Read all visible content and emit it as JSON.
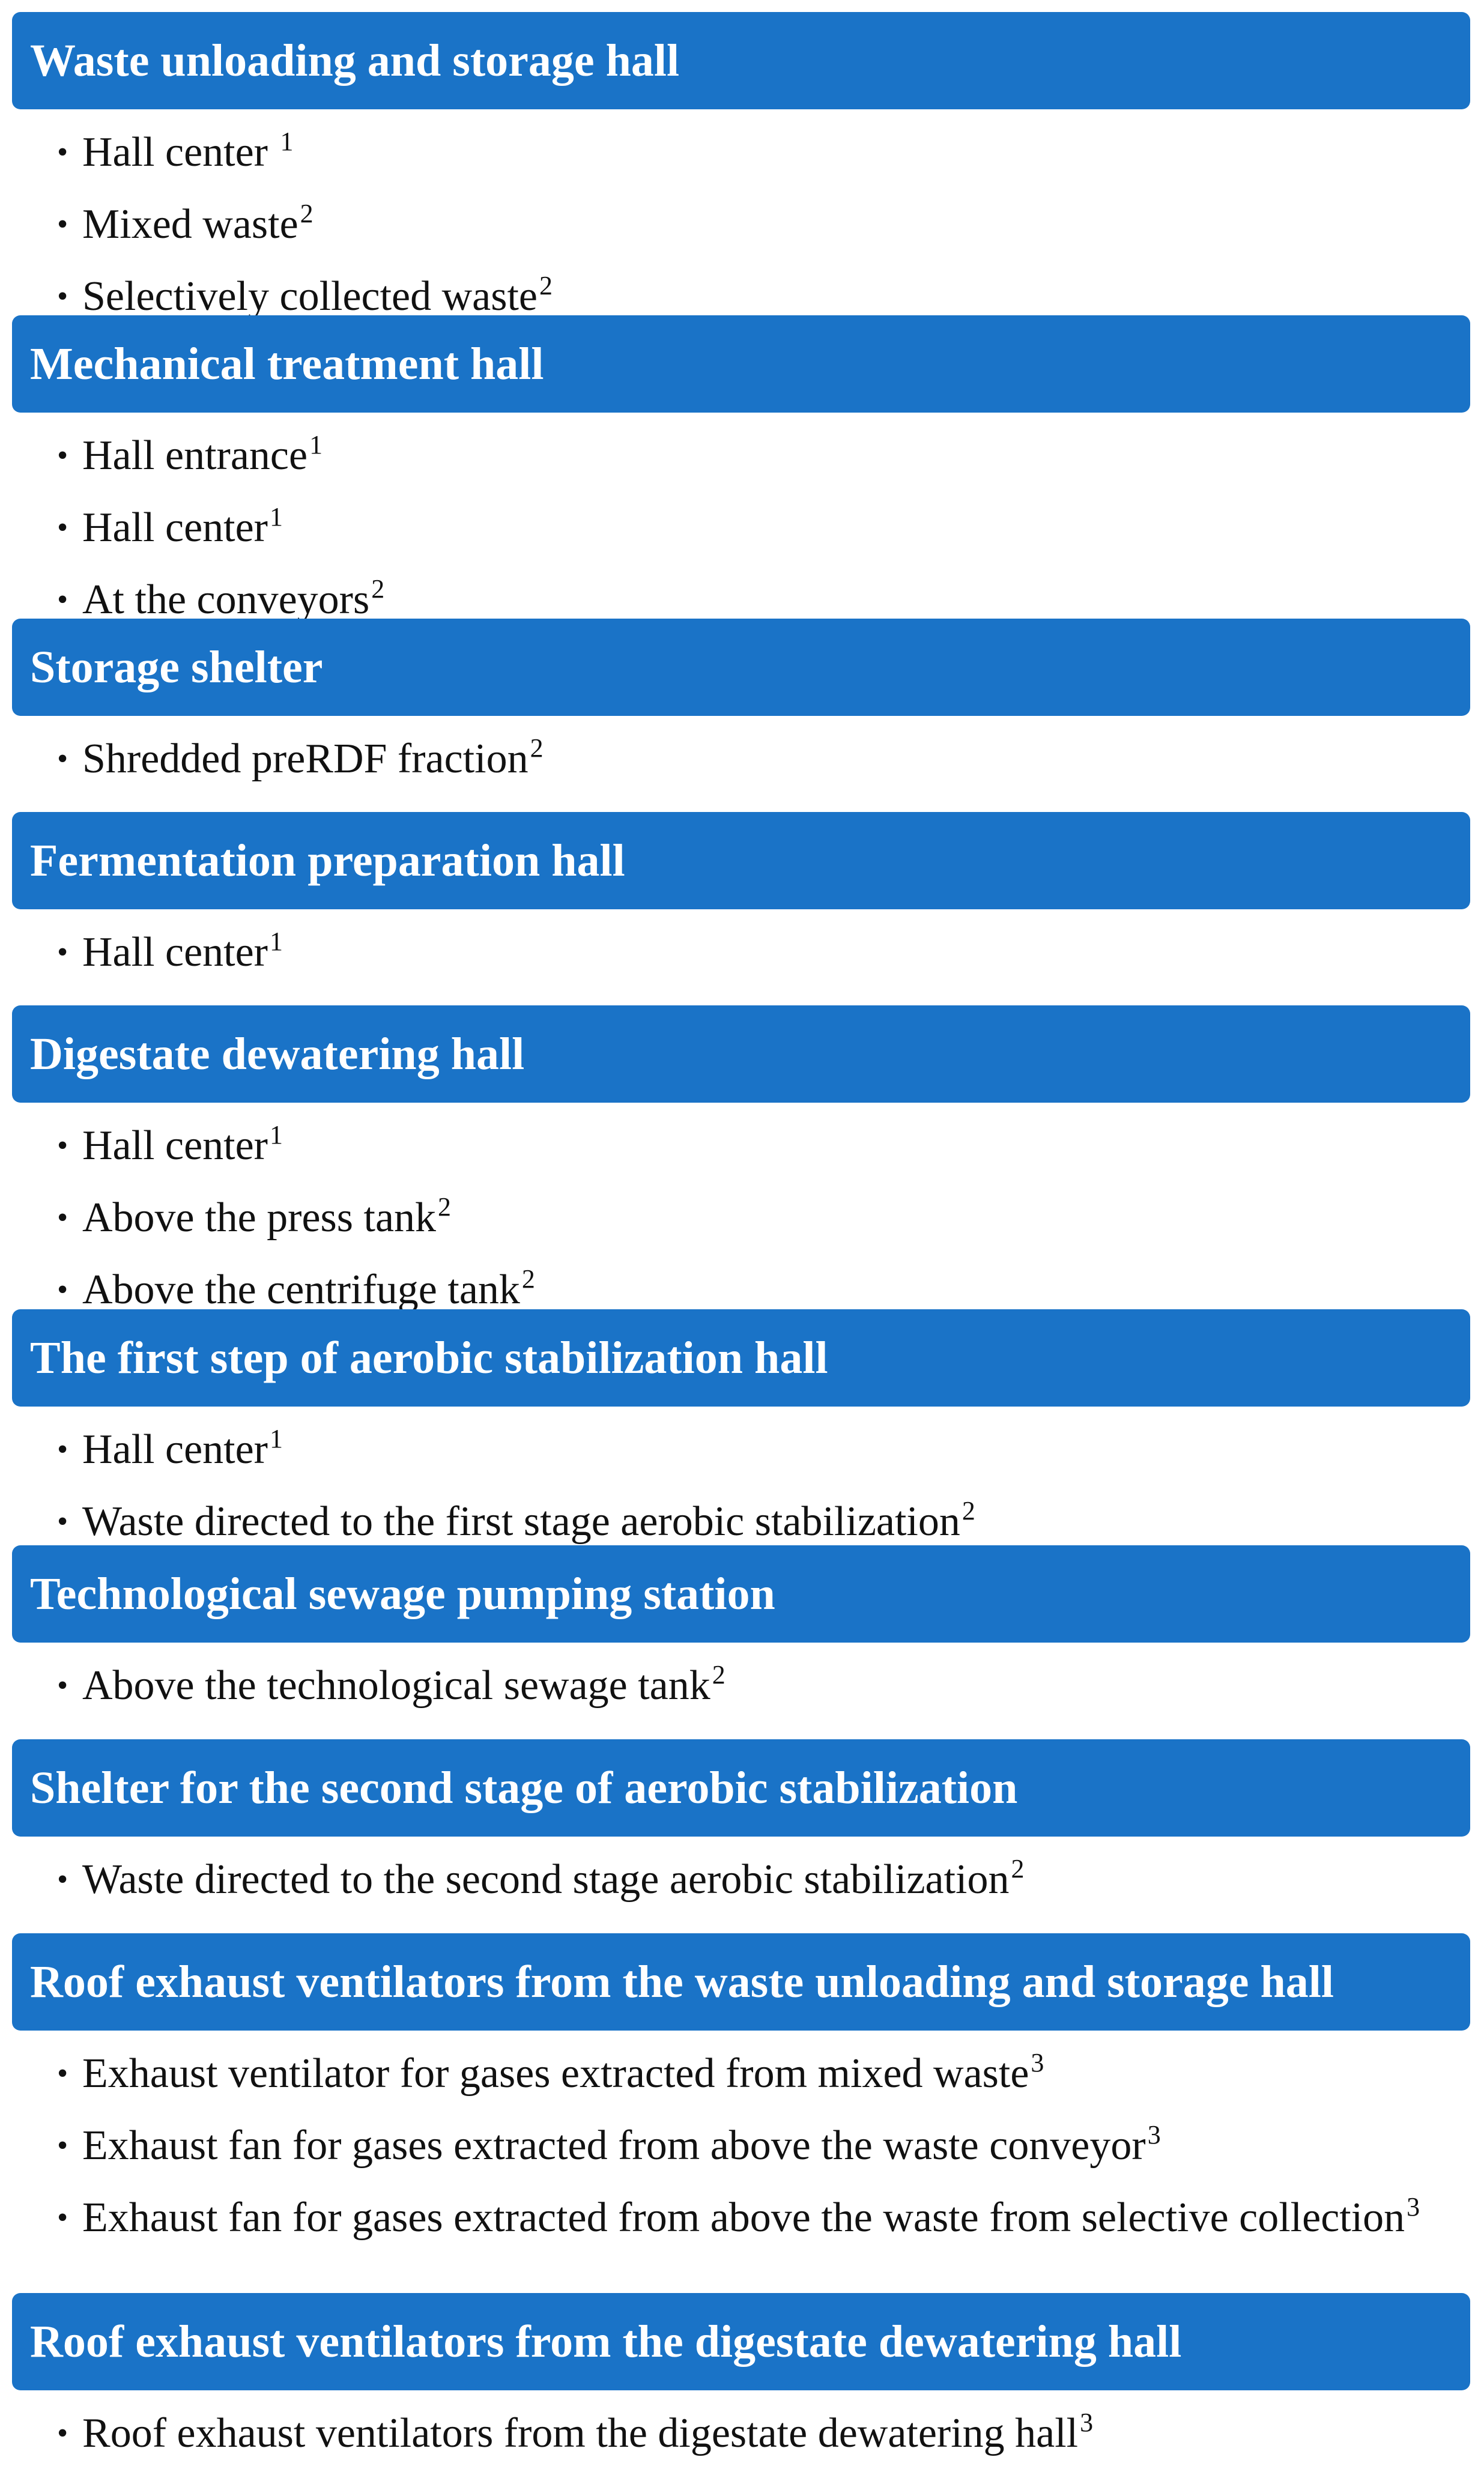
{
  "colors": {
    "header_background": "#1a73c7",
    "header_text": "#ffffff",
    "item_text": "#111111"
  },
  "bullet_char": "•",
  "sections": [
    {
      "title": "Waste unloading and storage hall",
      "items": [
        {
          "text": "Hall center ",
          "note": "1"
        },
        {
          "text": "Mixed waste",
          "note": "2"
        },
        {
          "text": "Selectively collected waste",
          "note": "2"
        }
      ]
    },
    {
      "title": "Mechanical treatment hall",
      "items": [
        {
          "text": "Hall entrance",
          "note": "1"
        },
        {
          "text": "Hall center",
          "note": "1"
        },
        {
          "text": "At the conveyors",
          "note": "2"
        }
      ]
    },
    {
      "title": "Storage shelter",
      "items": [
        {
          "text": "Shredded preRDF fraction",
          "note": "2"
        }
      ]
    },
    {
      "title": "Fermentation preparation hall",
      "items": [
        {
          "text": "Hall center",
          "note": "1"
        }
      ]
    },
    {
      "title": "Digestate dewatering hall",
      "items": [
        {
          "text": "Hall center",
          "note": "1"
        },
        {
          "text": "Above the press tank",
          "note": "2"
        },
        {
          "text": "Above the centrifuge tank",
          "note": "2"
        }
      ]
    },
    {
      "title": "The first step of aerobic stabilization hall",
      "items": [
        {
          "text": "Hall center",
          "note": "1"
        },
        {
          "text": "Waste directed to the first stage aerobic stabilization",
          "note": "2"
        }
      ]
    },
    {
      "title": "Technological sewage pumping station",
      "items": [
        {
          "text": "Above the technological sewage tank",
          "note": "2"
        }
      ]
    },
    {
      "title": "Shelter for the second stage of aerobic stabilization",
      "items": [
        {
          "text": "Waste directed to the second stage aerobic stabilization",
          "note": "2"
        }
      ]
    },
    {
      "title": "Roof exhaust ventilators from the waste unloading and storage hall",
      "items": [
        {
          "text": "Exhaust ventilator for gases extracted from mixed waste",
          "note": "3"
        },
        {
          "text": "Exhaust fan for gases extracted from above the waste conveyor",
          "note": "3"
        },
        {
          "text": "Exhaust fan for gases extracted from above the waste from selective collection",
          "note": "3"
        }
      ]
    },
    {
      "title": "Roof exhaust ventilators from the digestate dewatering hall",
      "items": [
        {
          "text": "Roof exhaust ventilators from the digestate dewatering hall",
          "note": "3"
        }
      ]
    }
  ]
}
